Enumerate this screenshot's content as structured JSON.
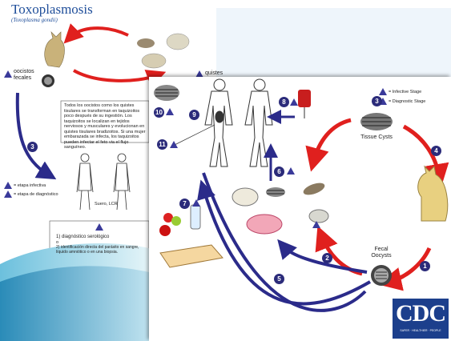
{
  "back_slide": {
    "title": "Toxoplasmosis",
    "subtitle": "(Toxoplasma gondii)",
    "oocysts_label_line1": "oocistos",
    "oocysts_label_line2": "fecales",
    "cysts_label": "quistes",
    "description": "Todos los oocistos como los quistes tisulares se transforman en taquizoitos poco después de su ingestión. Los taquizoitos se localizan en tejidos nerviosos y musculares y evolucionan en quistes tisulares bradizoitos. Si una mujer embarazada se infecta, los taquizoitos pueden infectar el feto via el flujo sanguíneo.",
    "legend_infective": "= etapa infectiva",
    "legend_diagnostic": "= etapa de diagnóstico",
    "fluid_label": "Suero, LCR",
    "diag_1_num": "1)",
    "diag_1": "diagnóstico serológico",
    "diag_or": "o",
    "diag_2_num": "2)",
    "diag_2": "identificación directa del parásito en sangre, líquido amniótico o en una biopsia.",
    "step_3": "3"
  },
  "front_slide": {
    "legend_infective": "= Infective Stage",
    "legend_diagnostic": "= Diagnostic Stage",
    "tissue_cysts": "Tissue Cysts",
    "fecal_oocysts": "Fecal Oocysts",
    "steps": [
      "1",
      "2",
      "3",
      "4",
      "5",
      "6",
      "7",
      "8",
      "9",
      "10",
      "11"
    ],
    "logo_text": "CDC",
    "logo_tagline": "SAFER · HEALTHIER · PEOPLE"
  },
  "colors": {
    "arrow_red": "#e0201e",
    "arrow_blue": "#2b2b8a",
    "title_blue": "#1f4e9a",
    "cdc_blue": "#1c3f8c"
  }
}
